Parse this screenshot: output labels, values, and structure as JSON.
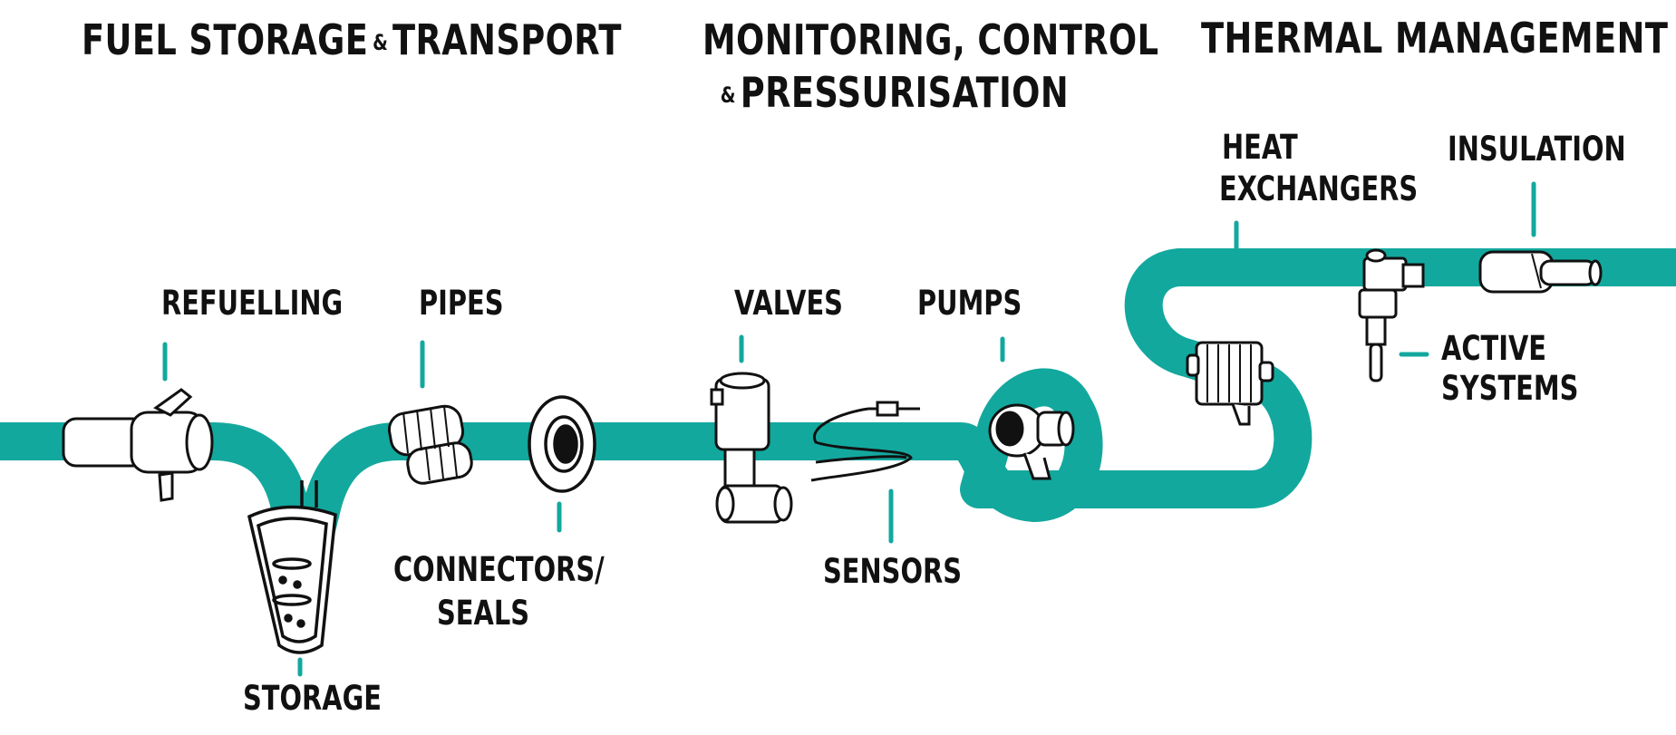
{
  "headers": {
    "fuel_storage": "FUEL STORAGE",
    "fuel_storage_amp": "&",
    "transport": "TRANSPORT",
    "monitoring_line1": "MONITORING, CONTROL",
    "monitoring_amp": "&",
    "monitoring_line2": "PRESSURISATION",
    "thermal": "THERMAL MANAGEMENT"
  },
  "labels": {
    "refuelling": "REFUELLING",
    "storage": "STORAGE",
    "pipes": "PIPES",
    "connectors_line1": "CONNECTORS/",
    "connectors_line2": "SEALS",
    "valves": "VALVES",
    "sensors": "SENSORS",
    "pumps": "PUMPS",
    "heat_line1": "HEAT",
    "heat_line2": "EXCHANGERS",
    "insulation": "INSULATION",
    "active_line1": "ACTIVE",
    "active_line2": "SYSTEMS"
  },
  "colors": {
    "pipe": "#13a89e",
    "ink": "#111111"
  },
  "icons": [
    "refuelling-coupler-icon",
    "storage-tank-icon",
    "pipes-bellows-icon",
    "seal-flange-icon",
    "valve-icon",
    "sensor-probe-icon",
    "pump-icon",
    "heat-exchanger-icon",
    "active-system-icon",
    "insulation-icon"
  ]
}
